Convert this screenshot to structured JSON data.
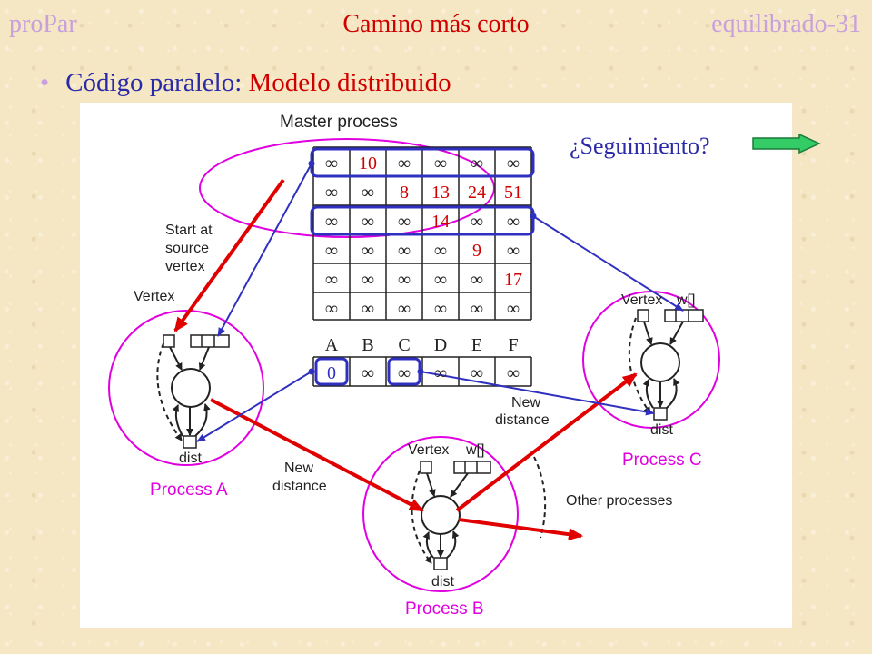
{
  "header": {
    "left": "proPar",
    "center": "Camino más corto",
    "right": "equilibrado-31"
  },
  "bullet": {
    "prefix": "Código paralelo: ",
    "emphasis": "Modelo distribuido"
  },
  "follow_link": {
    "label": "¿Seguimiento?",
    "icon": "right-arrow-icon",
    "color": "#33cc66"
  },
  "diagram": {
    "master_label": "Master process",
    "start_label": [
      "Start at",
      "source",
      "vertex"
    ],
    "vertex_label": "Vertex",
    "w_label": "w[]",
    "dist_label": "dist",
    "new_distance_label": [
      "New",
      "distance"
    ],
    "other_processes_label": "Other processes",
    "process_labels": [
      "Process A",
      "Process B",
      "Process C"
    ],
    "matrix": [
      [
        "∞",
        "10",
        "∞",
        "∞",
        "∞",
        "∞"
      ],
      [
        "∞",
        "∞",
        "8",
        "13",
        "24",
        "51"
      ],
      [
        "∞",
        "∞",
        "∞",
        "14",
        "∞",
        "∞"
      ],
      [
        "∞",
        "∞",
        "∞",
        "∞",
        "9",
        "∞"
      ],
      [
        "∞",
        "∞",
        "∞",
        "∞",
        "∞",
        "17"
      ],
      [
        "∞",
        "∞",
        "∞",
        "∞",
        "∞",
        "∞"
      ]
    ],
    "column_headers": [
      "A",
      "B",
      "C",
      "D",
      "E",
      "F"
    ],
    "dist_row": [
      "0",
      "∞",
      "∞",
      "∞",
      "∞",
      "∞"
    ],
    "colors": {
      "magenta": "#e000e0",
      "red": "#e00000",
      "blue": "#3030c0",
      "number": "#d00000"
    }
  }
}
